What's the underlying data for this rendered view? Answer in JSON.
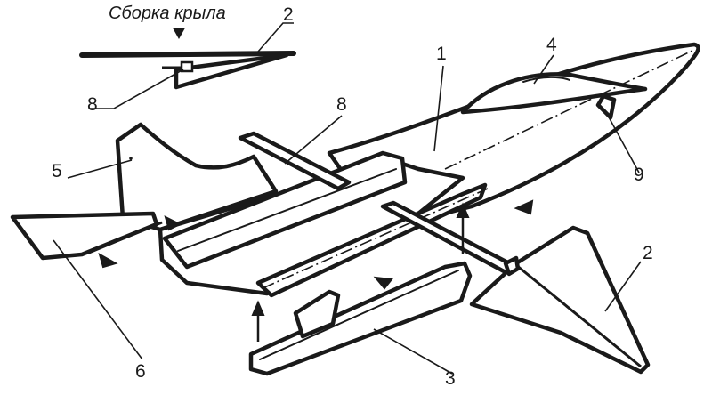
{
  "title": "Сборка крыла",
  "labels": {
    "l1": "1",
    "l2a": "2",
    "l2b": "2",
    "l3": "3",
    "l4": "4",
    "l5": "5",
    "l6": "6",
    "l8a": "8",
    "l8b": "8",
    "l9": "9"
  }
}
